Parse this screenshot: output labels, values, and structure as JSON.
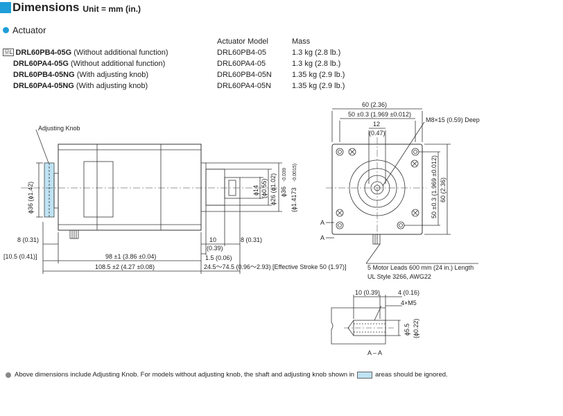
{
  "header": {
    "title": "Dimensions",
    "unit": "Unit = mm (in.)"
  },
  "section": {
    "title": "Actuator"
  },
  "table": {
    "head": [
      "",
      "Actuator Model",
      "Mass"
    ],
    "rows": [
      {
        "code": "DRL60PB4-05G",
        "desc": " (Without additional function)",
        "model": "DRL60PB4-05",
        "mass": "1.3 kg (2.8 lb.)"
      },
      {
        "code": "DRL60PA4-05G",
        "desc": " (Without additional function)",
        "model": "DRL60PA4-05",
        "mass": "1.3 kg (2.8 lb.)"
      },
      {
        "code": "DRL60PB4-05NG",
        "desc": " (With adjusting knob)",
        "model": "DRL60PB4-05N",
        "mass": "1.35 kg (2.9 lb.)"
      },
      {
        "code": "DRL60PA4-05NG",
        "desc": " (With adjusting knob)",
        "model": "DRL60PA4-05N",
        "mass": "1.35 kg (2.9 lb.)"
      }
    ]
  },
  "side": {
    "knob": "Adjusting Knob",
    "d36": "ϕ36 (ϕ1.42)",
    "d14": "ϕ14",
    "d055": "(ϕ0.55)",
    "d26": "ϕ26 (ϕ1.02)",
    "d36b": "ϕ36",
    "d36tol": "-0.039",
    "d1417": "(ϕ1.4173",
    "d1417tol": "-0.0015)",
    "w8": "8 (0.31)",
    "w10": "10",
    "w039": "(0.39)",
    "w15": "1.5 (0.06)",
    "w8r": "8 (0.31)",
    "w105": "[10.5 (0.41)]",
    "w98": "98 ±1 (3.86 ±0.04)",
    "w1085": "108.5 ±2 (4.27 ±0.08)",
    "stroke": "24.5～74.5 (0.96～2.93) [Effective Stroke 50 (1.97)]"
  },
  "front": {
    "w60": "60 (2.36)",
    "w50": "50 ±0.3 (1.969 ±0.012)",
    "w12": "12",
    "w047": "(0.47)",
    "m8": "M8×15 (0.59) Deep",
    "h50": "50 ±0.3 (1.969 ±0.012)",
    "h60": "60 (2.36)",
    "a": "A",
    "leads": "5 Motor Leads 600 mm (24 in.) Length",
    "ul": "UL Style 3266, AWG22"
  },
  "section_aa": {
    "w10": "10 (0.39)",
    "w4": "4 (0.16)",
    "m5": "4×M5",
    "d55": "ϕ5.5",
    "d022": "(ϕ0.22)",
    "title": "A – A"
  },
  "note": {
    "before": "Above dimensions include Adjusting Knob.  For models without adjusting knob, the shaft and adjusting knob shown in",
    "after": "areas should be ignored."
  }
}
